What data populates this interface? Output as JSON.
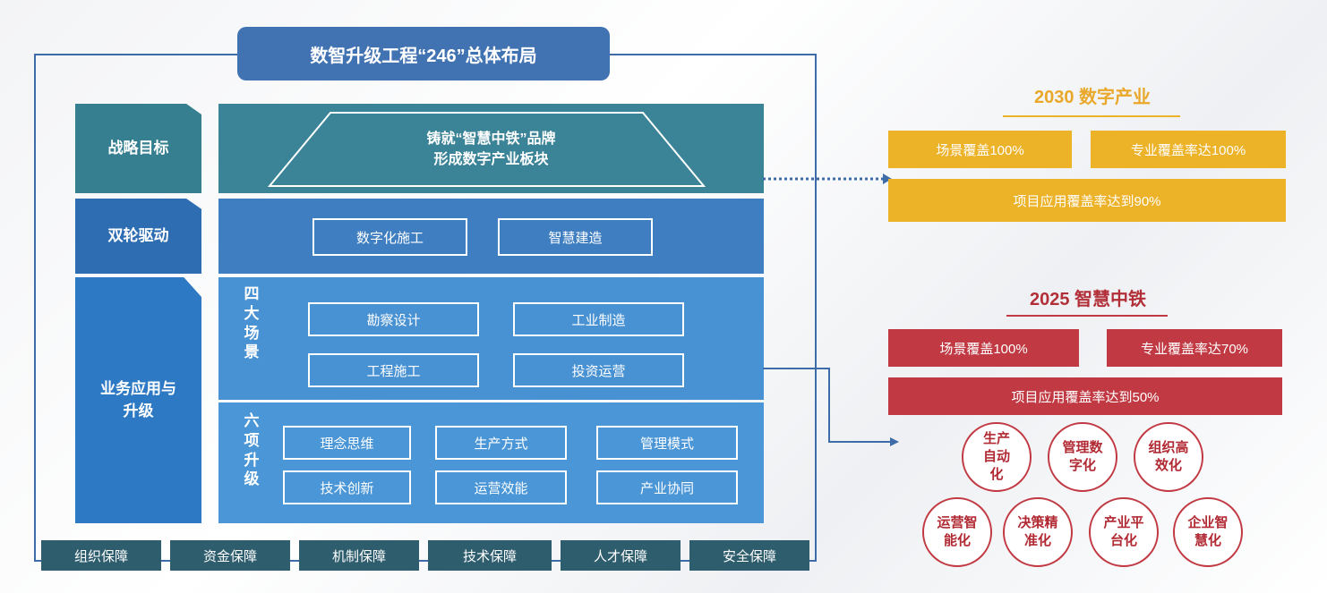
{
  "title": "数智升级工程“246”总体布局",
  "side_labels": {
    "goal": "战略目标",
    "drive": "双轮驱动",
    "biz": "业务应用与升级"
  },
  "goal": {
    "line1": "铸就“智慧中铁”品牌",
    "line2": "形成数字产业板块"
  },
  "drive_items": [
    "数字化施工",
    "智慧建造"
  ],
  "four_scenes": {
    "label": "四大场景",
    "items": [
      "勘察设计",
      "工业制造",
      "工程施工",
      "投资运营"
    ]
  },
  "six_upgrades": {
    "label": "六项升级",
    "items": [
      "理念思维",
      "生产方式",
      "管理模式",
      "技术创新",
      "运营效能",
      "产业协同"
    ]
  },
  "footer": [
    "组织保障",
    "资金保障",
    "机制保障",
    "技术保障",
    "人才保障",
    "安全保障"
  ],
  "goal_2030": {
    "heading": "2030 数字产业",
    "items": [
      "场景覆盖100%",
      "专业覆盖率达100%",
      "项目应用覆盖率达到90%"
    ]
  },
  "goal_2025": {
    "heading": "2025 智慧中铁",
    "items": [
      "场景覆盖100%",
      "专业覆盖率达70%",
      "项目应用覆盖率达到50%"
    ],
    "circles": [
      "生产自动化",
      "管理数字化",
      "组织高效化",
      "运营智能化",
      "决策精准化",
      "产业平台化",
      "企业智慧化"
    ]
  },
  "colors": {
    "frame": "#3e6ca8",
    "teal": "#3b8498",
    "blue": "#3f7ec0",
    "gold": "#ecb228",
    "red": "#c13a43",
    "footer": "#2e5d6e"
  }
}
